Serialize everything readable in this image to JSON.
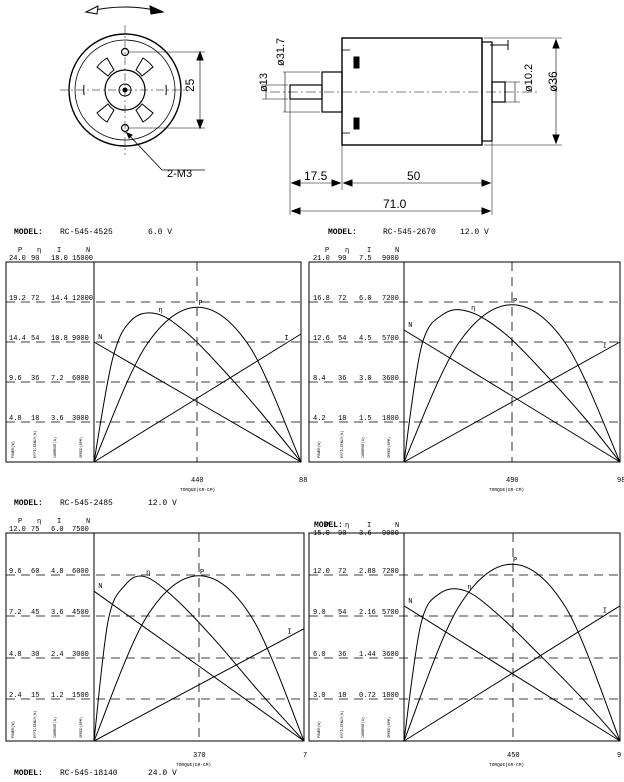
{
  "drawing": {
    "dimensions": {
      "d_flange": "ø31.7",
      "d_shaft": "ø13",
      "d_body": "ø36",
      "d_rear": "ø10.2",
      "height_25": "25",
      "len_shaft": "17.5",
      "len_body": "50",
      "len_total": "71.0",
      "screws": "2-M3"
    }
  },
  "chart_data": [
    {
      "type": "line",
      "model_label": "MODEL:",
      "model": "RC-545-4525",
      "voltage": "6.0 V",
      "param_headers": [
        "P",
        "η",
        "I",
        "N"
      ],
      "param_rows": [
        [
          "24.0",
          "90",
          "18.0",
          "15000"
        ],
        [
          "19.2",
          "72",
          "14.4",
          "12000"
        ],
        [
          "14.4",
          "54",
          "10.8",
          "9000"
        ],
        [
          "9.6",
          "36",
          "7.2",
          "6000"
        ],
        [
          "4.8",
          "18",
          "3.6",
          "3000"
        ]
      ],
      "axis_units": [
        "POWER(W)",
        "EFFICIENCY(%)",
        "CURRENT(A)",
        "SPEED(RPM)"
      ],
      "xticks": [
        "440",
        "88"
      ],
      "marker_x": 440,
      "xlabel": "TORQUE(GR-CM)",
      "xlim": [
        0,
        880
      ],
      "ylim": [
        0,
        5
      ],
      "curve_labels": {
        "P": "P",
        "eta": "η",
        "I": "I",
        "N": "N"
      },
      "series": [
        {
          "name": "N",
          "x": [
            0,
            880
          ],
          "y": [
            3.0,
            0
          ]
        },
        {
          "name": "I",
          "x": [
            0,
            880
          ],
          "y": [
            0,
            3.2
          ]
        },
        {
          "name": "P",
          "x": [
            0,
            220,
            440,
            660,
            880
          ],
          "y": [
            0,
            2.9,
            3.87,
            2.9,
            0
          ]
        },
        {
          "name": "η",
          "x": [
            0,
            80,
            160,
            270,
            400,
            550,
            700,
            880
          ],
          "y": [
            0,
            2.6,
            3.55,
            3.7,
            3.2,
            2.3,
            1.3,
            0
          ]
        }
      ]
    },
    {
      "type": "line",
      "model_label": "MODEL:",
      "model": "RC-545-2670",
      "voltage": "12.0 V",
      "param_headers": [
        "P",
        "η",
        "I",
        "N"
      ],
      "param_rows": [
        [
          "21.0",
          "90",
          "7.5",
          "9000"
        ],
        [
          "16.8",
          "72",
          "6.0",
          "7200"
        ],
        [
          "12.6",
          "54",
          "4.5",
          "5700"
        ],
        [
          "8.4",
          "36",
          "3.0",
          "3600"
        ],
        [
          "4.2",
          "18",
          "1.5",
          "1800"
        ]
      ],
      "axis_units": [
        "POWER(W)",
        "EFFICIENCY(%)",
        "CURRENT(A)",
        "SPEED(RPM)"
      ],
      "xticks": [
        "490",
        "98"
      ],
      "marker_x": 490,
      "xlabel": "TORQUE(GR-CM)",
      "xlim": [
        0,
        980
      ],
      "ylim": [
        0,
        5
      ],
      "curve_labels": {
        "P": "P",
        "eta": "η",
        "I": "I",
        "N": "N"
      },
      "series": [
        {
          "name": "N",
          "x": [
            0,
            980
          ],
          "y": [
            3.3,
            0
          ]
        },
        {
          "name": "I",
          "x": [
            0,
            980
          ],
          "y": [
            0,
            3.0
          ]
        },
        {
          "name": "P",
          "x": [
            0,
            245,
            490,
            735,
            980
          ],
          "y": [
            0,
            2.95,
            3.93,
            2.95,
            0
          ]
        },
        {
          "name": "η",
          "x": [
            0,
            80,
            180,
            300,
            460,
            640,
            820,
            980
          ],
          "y": [
            0,
            2.9,
            3.7,
            3.75,
            3.2,
            2.2,
            1.1,
            0
          ]
        }
      ]
    },
    {
      "type": "line",
      "model_label": "MODEL:",
      "model": "RC-545-2485",
      "voltage": "12.0 V",
      "param_headers": [
        "P",
        "η",
        "I",
        "N"
      ],
      "param_rows": [
        [
          "12.0",
          "75",
          "6.0",
          "7500"
        ],
        [
          "9.6",
          "60",
          "4.8",
          "6000"
        ],
        [
          "7.2",
          "45",
          "3.6",
          "4500"
        ],
        [
          "4.8",
          "30",
          "2.4",
          "3000"
        ],
        [
          "2.4",
          "15",
          "1.2",
          "1500"
        ]
      ],
      "axis_units": [
        "POWER(W)",
        "EFFICIENCY(%)",
        "CURRENT(A)",
        "SPEED(RPM)"
      ],
      "xticks": [
        "370",
        "7"
      ],
      "marker_x": 370,
      "xlabel": "TORQUE(GR-CM)",
      "xlim": [
        0,
        740
      ],
      "ylim": [
        0,
        5
      ],
      "curve_labels": {
        "P": "P",
        "eta": "η",
        "I": "I",
        "N": "N"
      },
      "series": [
        {
          "name": "N",
          "x": [
            0,
            740
          ],
          "y": [
            3.6,
            0
          ]
        },
        {
          "name": "I",
          "x": [
            0,
            740
          ],
          "y": [
            0,
            2.7
          ]
        },
        {
          "name": "P",
          "x": [
            0,
            185,
            370,
            555,
            740
          ],
          "y": [
            0,
            2.98,
            3.97,
            2.98,
            0
          ]
        },
        {
          "name": "η",
          "x": [
            0,
            50,
            110,
            180,
            290,
            430,
            580,
            740
          ],
          "y": [
            0,
            2.9,
            3.75,
            3.95,
            3.4,
            2.4,
            1.2,
            0
          ]
        }
      ]
    },
    {
      "type": "line",
      "model_label": "MODEL:",
      "model": "",
      "voltage": "",
      "param_headers": [
        "P",
        "η",
        "I",
        "N"
      ],
      "param_rows": [
        [
          "15.0",
          "90",
          "3.6",
          "9000"
        ],
        [
          "12.0",
          "72",
          "2.88",
          "7200"
        ],
        [
          "9.0",
          "54",
          "2.16",
          "5700"
        ],
        [
          "6.0",
          "36",
          "1.44",
          "3600"
        ],
        [
          "3.0",
          "18",
          "0.72",
          "1800"
        ]
      ],
      "axis_units": [
        "POWER(W)",
        "EFFICIENCY(%)",
        "CURRENT(A)",
        "SPEED(RPM)"
      ],
      "xticks": [
        "450",
        "9"
      ],
      "marker_x": 450,
      "xlabel": "TORQUE(GR-CM)",
      "xlim": [
        0,
        900
      ],
      "ylim": [
        0,
        5
      ],
      "curve_labels": {
        "P": "P",
        "eta": "η",
        "I": "I",
        "N": "N"
      },
      "series": [
        {
          "name": "N",
          "x": [
            0,
            900
          ],
          "y": [
            3.25,
            0
          ]
        },
        {
          "name": "I",
          "x": [
            0,
            900
          ],
          "y": [
            0,
            3.25
          ]
        },
        {
          "name": "P",
          "x": [
            0,
            225,
            450,
            675,
            900
          ],
          "y": [
            0,
            3.2,
            4.25,
            3.2,
            0
          ]
        },
        {
          "name": "η",
          "x": [
            0,
            70,
            150,
            260,
            400,
            560,
            730,
            900
          ],
          "y": [
            0,
            2.8,
            3.55,
            3.6,
            3.0,
            2.1,
            1.1,
            0
          ]
        }
      ]
    }
  ],
  "footer": {
    "model_label": "MODEL:",
    "model": "RC-545-18140",
    "voltage": "24.0 V"
  }
}
